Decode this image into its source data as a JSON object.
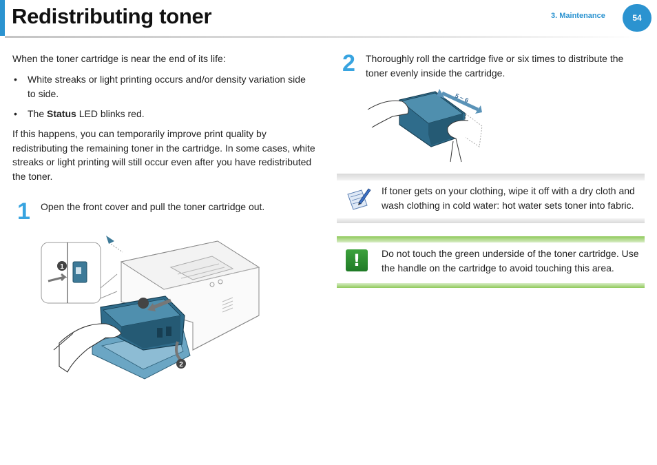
{
  "header": {
    "title": "Redistributing toner",
    "chapter": "3.  Maintenance",
    "page_number": "54",
    "accent_color": "#2b93d0"
  },
  "intro": {
    "lead": "When the toner cartridge is near the end of its life:",
    "bullets": [
      {
        "text": "White streaks or light printing occurs and/or density variation side to side."
      },
      {
        "pre": "The ",
        "bold": "Status",
        "post": " LED blinks red."
      }
    ],
    "paragraph": "If this happens, you can temporarily improve print quality by redistributing the remaining toner in the cartridge. In some cases, white streaks or light printing will still occur even after you have redistributed the toner."
  },
  "steps": [
    {
      "number": "1",
      "text": "Open the front cover and pull the toner cartridge out.",
      "callouts": [
        "1",
        "2"
      ]
    },
    {
      "number": "2",
      "text": "Thoroughly roll the cartridge five or six times to distribute the toner evenly inside the cartridge.",
      "arrow_label": "5 ~ 6"
    }
  ],
  "note": {
    "icon": "note-pencil-icon",
    "text": "If toner gets on your clothing, wipe it off with a dry cloth and wash clothing in cold water: hot water sets toner into fabric."
  },
  "warning": {
    "icon": "exclamation-icon",
    "glyph": "!",
    "color": "#2e8b2e",
    "text": "Do not touch the green underside of the toner cartridge. Use the handle on the cartridge to avoid touching this area."
  }
}
